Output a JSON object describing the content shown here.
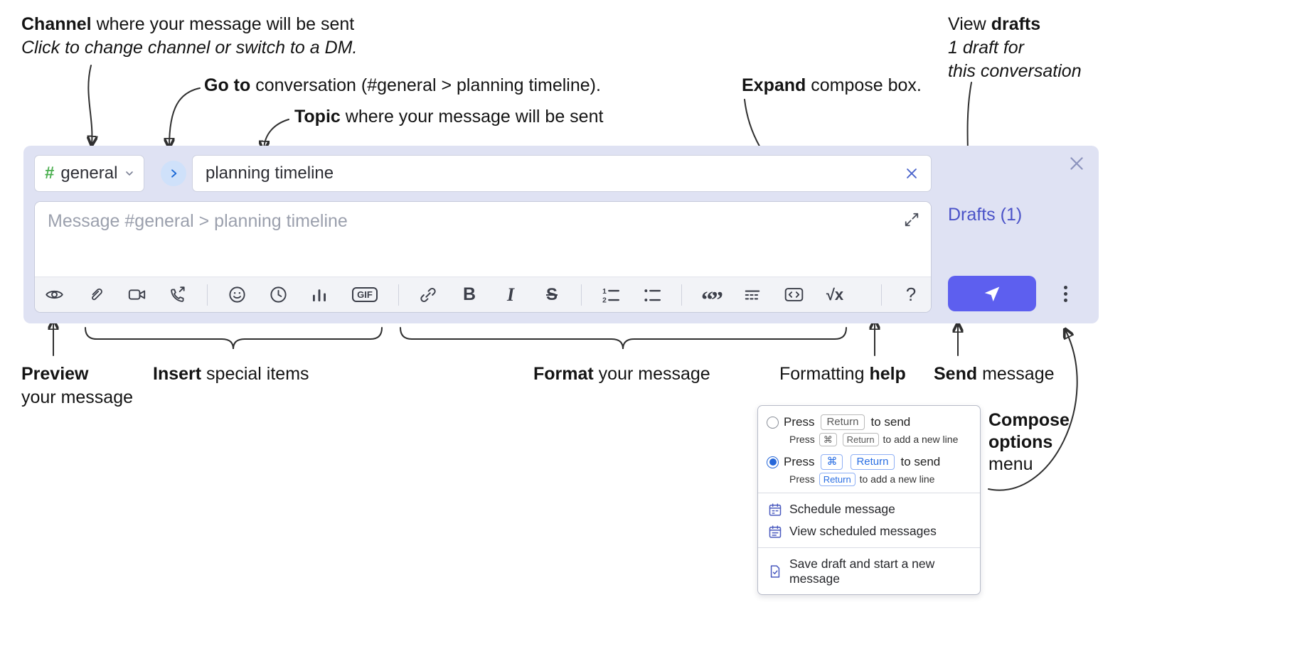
{
  "annotations": {
    "channel": {
      "bold": "Channel",
      "rest": " where your message will be sent",
      "line2": "Click to change channel or switch to a DM."
    },
    "goto": {
      "bold": "Go to",
      "rest": " conversation (#general > planning timeline)."
    },
    "topic": {
      "bold": "Topic",
      "rest": " where your message will be sent"
    },
    "expand": {
      "bold": "Expand",
      "rest": " compose box."
    },
    "drafts": {
      "pre": "View ",
      "bold": "drafts",
      "line2": "1 draft for",
      "line3": "this conversation"
    },
    "preview": {
      "bold": "Preview",
      "line2": "your message"
    },
    "insert": {
      "bold": "Insert",
      "rest": " special items"
    },
    "format": {
      "bold": "Format",
      "rest": " your message"
    },
    "help": {
      "pre": "Formatting ",
      "bold": "help"
    },
    "send": {
      "bold": "Send",
      "rest": " message"
    },
    "compose_options": {
      "line1": "Compose",
      "line2": "options",
      "line3": "menu"
    }
  },
  "compose": {
    "channel_hash": "#",
    "channel_name": "general",
    "topic_value": "planning timeline",
    "message_placeholder": "Message #general > planning timeline",
    "drafts_label": "Drafts (1)",
    "toolbar": {
      "bold": "B",
      "italic": "I",
      "strike": "S",
      "gif": "GIF",
      "quote": "“”",
      "math": "√x",
      "help": "?"
    }
  },
  "menu": {
    "option_return_to_send": {
      "selected": false,
      "press": "Press",
      "key": "Return",
      "after": "to send",
      "sub_press": "Press",
      "sub_key1": "⌘",
      "sub_key2": "Return",
      "sub_after": "to add a new line"
    },
    "option_cmd_return_to_send": {
      "selected": true,
      "press": "Press",
      "key1": "⌘",
      "key2": "Return",
      "after": "to send",
      "sub_press": "Press",
      "sub_key": "Return",
      "sub_after": "to add a new line"
    },
    "items": [
      "Schedule message",
      "View scheduled messages",
      "Save draft and start a new message"
    ]
  },
  "colors": {
    "compose_bg": "#dfe2f3",
    "send_button": "#5d5fef",
    "drafts_link": "#4a52c8",
    "channel_hash_green": "#4caf50",
    "goto_circle_bg": "#cfe1fa",
    "selected_radio": "#2667d9",
    "kbd_highlight": "#2b6fe3"
  }
}
